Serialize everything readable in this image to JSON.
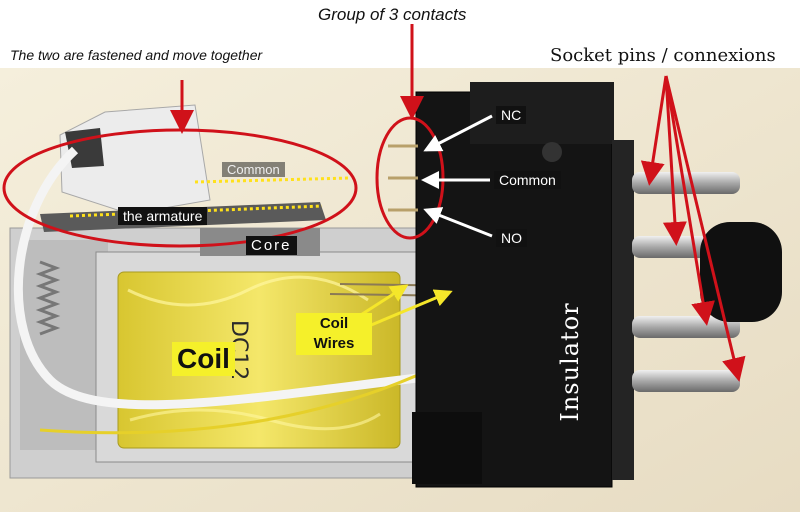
{
  "annotations": {
    "group_of_contacts": "Group of 3 contacts",
    "fastened_note": "The two are fastened and move together",
    "socket_pins": "Socket pins / connexions",
    "common_left": "Common",
    "armature": "the armature",
    "core": "Core",
    "nc": "NC",
    "common_right": "Common",
    "no": "NO",
    "coil": "Coil",
    "coil_wires_line1": "Coil",
    "coil_wires_line2": "Wires",
    "insulator": "Insulator",
    "coil_marking": "DC12"
  },
  "colors": {
    "arrow_red": "#d0111a",
    "arrow_white": "#ffffff",
    "arrow_yellow": "#f5e62a",
    "dotted_yellow": "#ffe11a",
    "coil_yellow": "#f2e24a",
    "insulator_black": "#141414",
    "photo_background": "#f1ead8"
  }
}
